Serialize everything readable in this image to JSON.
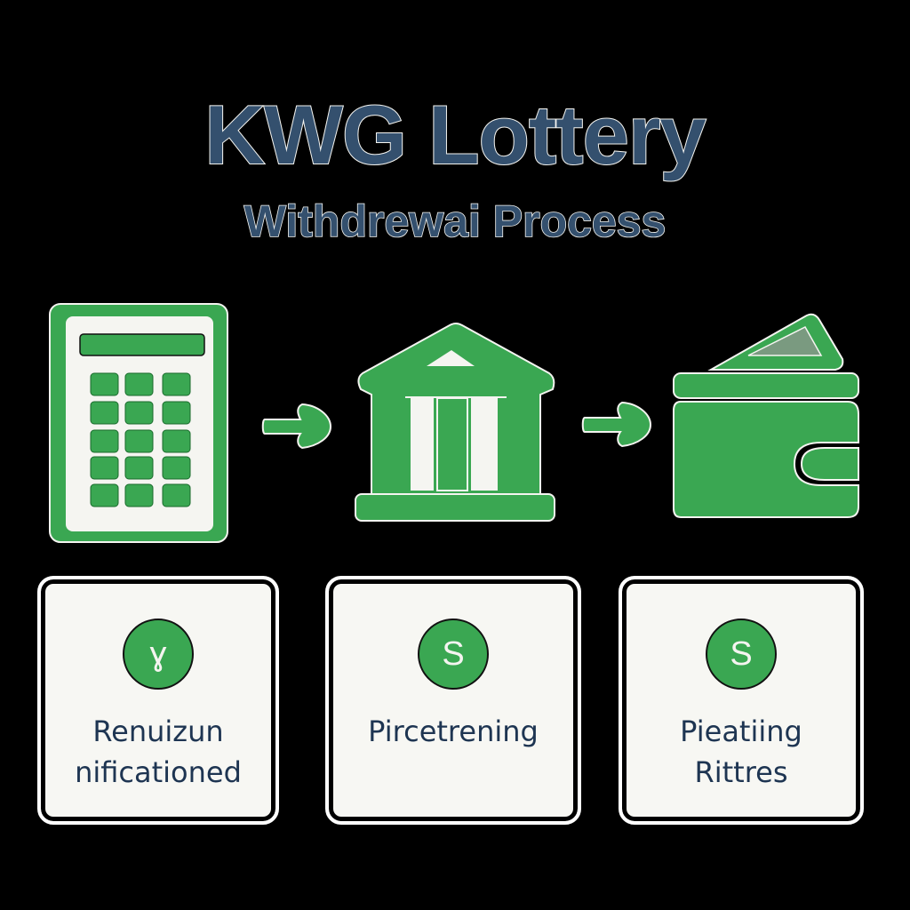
{
  "header": {
    "title": "KWG Lottery",
    "subtitle": "Withdrewai Process"
  },
  "colors": {
    "background": "#000000",
    "accent_green": "#3aa752",
    "title_fill": "#34506e",
    "card_bg": "#f7f7f3",
    "label_text": "#1e3552"
  },
  "flow": {
    "steps": [
      {
        "icon": "calculator-icon"
      },
      {
        "icon": "arrow-right-icon"
      },
      {
        "icon": "bank-icon"
      },
      {
        "icon": "arrow-right-icon"
      },
      {
        "icon": "wallet-icon"
      }
    ]
  },
  "cards": [
    {
      "badge": "ɣ",
      "badge_icon": "check-icon",
      "line1": "Renuizun",
      "line2": "nificationed"
    },
    {
      "badge": "S",
      "badge_icon": "dollar-icon",
      "line1": "Pircetrening",
      "line2": ""
    },
    {
      "badge": "S",
      "badge_icon": "dollar-icon",
      "line1": "Pieatiing",
      "line2": "Rittres"
    }
  ]
}
